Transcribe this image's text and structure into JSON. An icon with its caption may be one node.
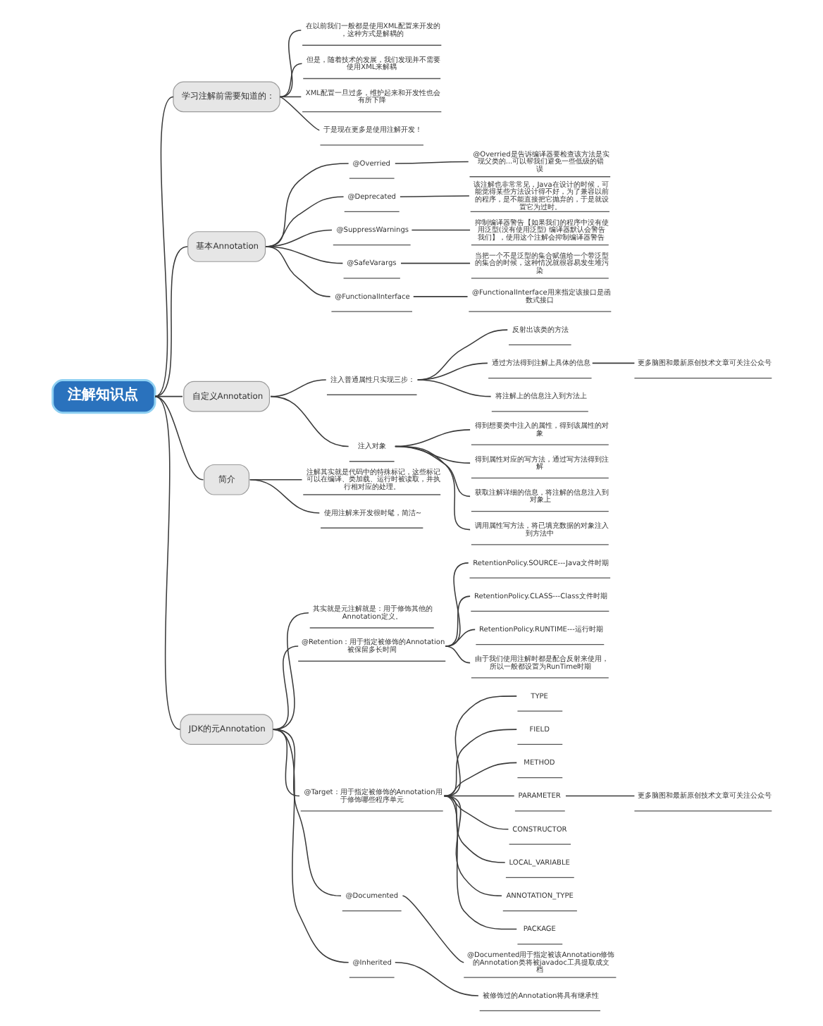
{
  "diagram": {
    "nodes": [
      {
        "text": [
          "注解知识点"
        ]
      },
      {
        "text": [
          "学习注解前需要知道的："
        ]
      },
      {
        "text": [
          "在以前我们一般都是使用XML配置来开发的，这种方式是解耦的"
        ]
      },
      {
        "text": [
          "但是，随着技术的发展，我们发现并不需要使用XML来解耦"
        ]
      },
      {
        "text": [
          "XML配置一旦过多，维护起来和开发性也会有所下降"
        ]
      },
      {
        "text": [
          "于是现在更多是使用注解开发！"
        ]
      },
      {
        "text": [
          "基本Annotation"
        ]
      },
      {
        "text": [
          "@Overried"
        ]
      },
      {
        "text": [
          "@Overried是告诉编译器要检查该方法是实现父类的...可以帮我们避免一些低级的错误"
        ]
      },
      {
        "text": [
          "@Deprecated"
        ]
      },
      {
        "text": [
          "该注解也非常常见，Java在设计的时候，可能觉得某些方法设计得不好，为了兼容以前的程序，是不能直接把它抛弃的，于是就设置它为过时。"
        ]
      },
      {
        "text": [
          "@SuppressWarnings"
        ]
      },
      {
        "text": [
          "抑制编译器警告【如果我们的程序中没有使用泛型(没有使用泛型) 编译器默认会警告我们】，使用这个注解会抑制编译器警告"
        ]
      },
      {
        "text": [
          "@SafeVarargs"
        ]
      },
      {
        "text": [
          "当把一个不是泛型的集合赋值给一个带泛型的集合的时候，这种情况就很容易发生堆污染"
        ]
      },
      {
        "text": [
          "@FunctionalInterface"
        ]
      },
      {
        "text": [
          "@FunctionalInterface用来指定该接口是函数式接口"
        ]
      },
      {
        "text": [
          "自定义Annotation"
        ]
      },
      {
        "text": [
          "注入普通属性只实现三步："
        ]
      },
      {
        "text": [
          "反射出该类的方法"
        ]
      },
      {
        "text": [
          "通过方法得到注解上具体的信息"
        ]
      },
      {
        "text": [
          "更多脑图和最新原创技术文章可关注公众号"
        ]
      },
      {
        "text": [
          "将注解上的信息注入到方法上"
        ]
      },
      {
        "text": [
          "注入对象"
        ]
      },
      {
        "text": [
          "得到想要类中注入的属性，得到该属性的对象"
        ]
      },
      {
        "text": [
          "得到属性对应的写方法，通过写方法得到注解"
        ]
      },
      {
        "text": [
          "获取注解详细的信息，将注解的信息注入到对象上"
        ]
      },
      {
        "text": [
          "调用属性写方法，将已填充数据的对象注入到方法中"
        ]
      },
      {
        "text": [
          "简介"
        ]
      },
      {
        "text": [
          "注解其实就是代码中的特殊标记，这些标记可以在编译、类加载、运行时被读取，并执行相对应的处理。"
        ]
      },
      {
        "text": [
          "使用注解来开发很时髦，简洁~"
        ]
      },
      {
        "text": [
          "JDK的元Annotation"
        ]
      },
      {
        "text": [
          "其实就是元注解就是：用于修饰其他的Annotation定义。"
        ]
      },
      {
        "text": [
          "@Retention：用于指定被修饰的Annotation被保留多长时间"
        ]
      },
      {
        "text": [
          "RetentionPolicy.SOURCE---Java文件时期"
        ]
      },
      {
        "text": [
          "RetentionPolicy.CLASS---Class文件时期"
        ]
      },
      {
        "text": [
          "RetentionPolicy.RUNTIME---运行时期"
        ]
      },
      {
        "text": [
          "由于我们使用注解时都是配合反射来使用，所以一般都设置为RunTime时期"
        ]
      },
      {
        "text": [
          "@Target：用于指定被修饰的Annotation用于修饰哪些程序单元"
        ]
      },
      {
        "text": [
          "TYPE"
        ]
      },
      {
        "text": [
          "FIELD"
        ]
      },
      {
        "text": [
          "METHOD"
        ]
      },
      {
        "text": [
          "PARAMETER"
        ]
      },
      {
        "text": [
          "更多脑图和最新原创技术文章可关注公众号"
        ]
      },
      {
        "text": [
          "CONSTRUCTOR"
        ]
      },
      {
        "text": [
          "LOCAL_VARIABLE"
        ]
      },
      {
        "text": [
          "ANNOTATION_TYPE"
        ]
      },
      {
        "text": [
          "PACKAGE"
        ]
      },
      {
        "text": [
          "@Documented"
        ]
      },
      {
        "text": [
          "@Documented用于指定被该Annotation修饰的Annotation类将被javadoc工具提取成文档"
        ]
      },
      {
        "text": [
          "@Inherited"
        ]
      },
      {
        "text": [
          "被修饰过的Annotation将具有继承性"
        ]
      }
    ],
    "edges": [
      {
        "from": 0,
        "to": 1,
        "arrow": "none"
      },
      {
        "from": 1,
        "to": 2,
        "arrow": "none"
      },
      {
        "from": 1,
        "to": 3,
        "arrow": "none"
      },
      {
        "from": 1,
        "to": 4,
        "arrow": "none"
      },
      {
        "from": 1,
        "to": 5,
        "arrow": "none"
      },
      {
        "from": 0,
        "to": 6,
        "arrow": "none"
      },
      {
        "from": 6,
        "to": 7,
        "arrow": "none"
      },
      {
        "from": 7,
        "to": 8,
        "arrow": "none"
      },
      {
        "from": 6,
        "to": 9,
        "arrow": "none"
      },
      {
        "from": 9,
        "to": 10,
        "arrow": "none"
      },
      {
        "from": 6,
        "to": 11,
        "arrow": "none"
      },
      {
        "from": 11,
        "to": 12,
        "arrow": "none"
      },
      {
        "from": 6,
        "to": 13,
        "arrow": "none"
      },
      {
        "from": 13,
        "to": 14,
        "arrow": "none"
      },
      {
        "from": 6,
        "to": 15,
        "arrow": "none"
      },
      {
        "from": 15,
        "to": 16,
        "arrow": "none"
      },
      {
        "from": 0,
        "to": 17,
        "arrow": "none"
      },
      {
        "from": 17,
        "to": 18,
        "arrow": "none"
      },
      {
        "from": 18,
        "to": 19,
        "arrow": "none"
      },
      {
        "from": 18,
        "to": 20,
        "arrow": "none"
      },
      {
        "from": 20,
        "to": 21,
        "arrow": "none"
      },
      {
        "from": 18,
        "to": 22,
        "arrow": "none"
      },
      {
        "from": 17,
        "to": 23,
        "arrow": "none"
      },
      {
        "from": 23,
        "to": 24,
        "arrow": "none"
      },
      {
        "from": 23,
        "to": 25,
        "arrow": "none"
      },
      {
        "from": 23,
        "to": 26,
        "arrow": "none"
      },
      {
        "from": 23,
        "to": 27,
        "arrow": "none"
      },
      {
        "from": 0,
        "to": 28,
        "arrow": "none"
      },
      {
        "from": 28,
        "to": 29,
        "arrow": "none"
      },
      {
        "from": 28,
        "to": 30,
        "arrow": "none"
      },
      {
        "from": 0,
        "to": 31,
        "arrow": "none"
      },
      {
        "from": 31,
        "to": 32,
        "arrow": "none"
      },
      {
        "from": 31,
        "to": 33,
        "arrow": "none"
      },
      {
        "from": 33,
        "to": 34,
        "arrow": "none"
      },
      {
        "from": 33,
        "to": 35,
        "arrow": "none"
      },
      {
        "from": 33,
        "to": 36,
        "arrow": "none"
      },
      {
        "from": 33,
        "to": 37,
        "arrow": "none"
      },
      {
        "from": 31,
        "to": 38,
        "arrow": "none"
      },
      {
        "from": 38,
        "to": 39,
        "arrow": "none"
      },
      {
        "from": 38,
        "to": 40,
        "arrow": "none"
      },
      {
        "from": 38,
        "to": 41,
        "arrow": "none"
      },
      {
        "from": 38,
        "to": 42,
        "arrow": "none"
      },
      {
        "from": 42,
        "to": 43,
        "arrow": "none"
      },
      {
        "from": 38,
        "to": 44,
        "arrow": "none"
      },
      {
        "from": 38,
        "to": 45,
        "arrow": "none"
      },
      {
        "from": 38,
        "to": 46,
        "arrow": "none"
      },
      {
        "from": 38,
        "to": 47,
        "arrow": "none"
      },
      {
        "from": 31,
        "to": 48,
        "arrow": "none"
      },
      {
        "from": 48,
        "to": 49,
        "arrow": "none"
      },
      {
        "from": 31,
        "to": 50,
        "arrow": "none"
      },
      {
        "from": 50,
        "to": 51,
        "arrow": "none"
      }
    ]
  }
}
